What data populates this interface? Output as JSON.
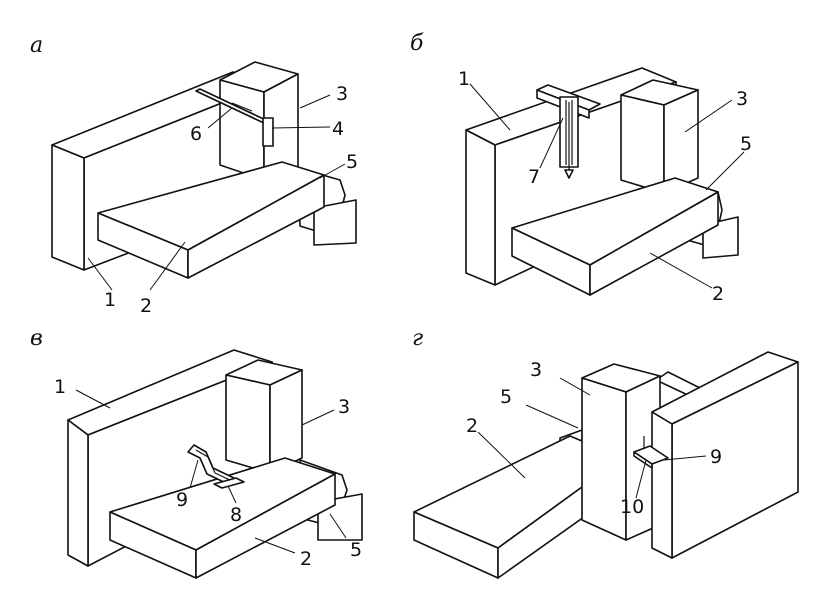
{
  "panels": {
    "a": {
      "label": "а",
      "callouts": [
        "1",
        "2",
        "3",
        "4",
        "5",
        "6"
      ]
    },
    "b": {
      "label": "б",
      "callouts": [
        "1",
        "2",
        "3",
        "5",
        "7"
      ]
    },
    "v": {
      "label": "в",
      "callouts": [
        "1",
        "2",
        "3",
        "5",
        "8",
        "9"
      ]
    },
    "g": {
      "label": "г",
      "callouts": [
        "2",
        "3",
        "5",
        "9",
        "10"
      ]
    }
  }
}
